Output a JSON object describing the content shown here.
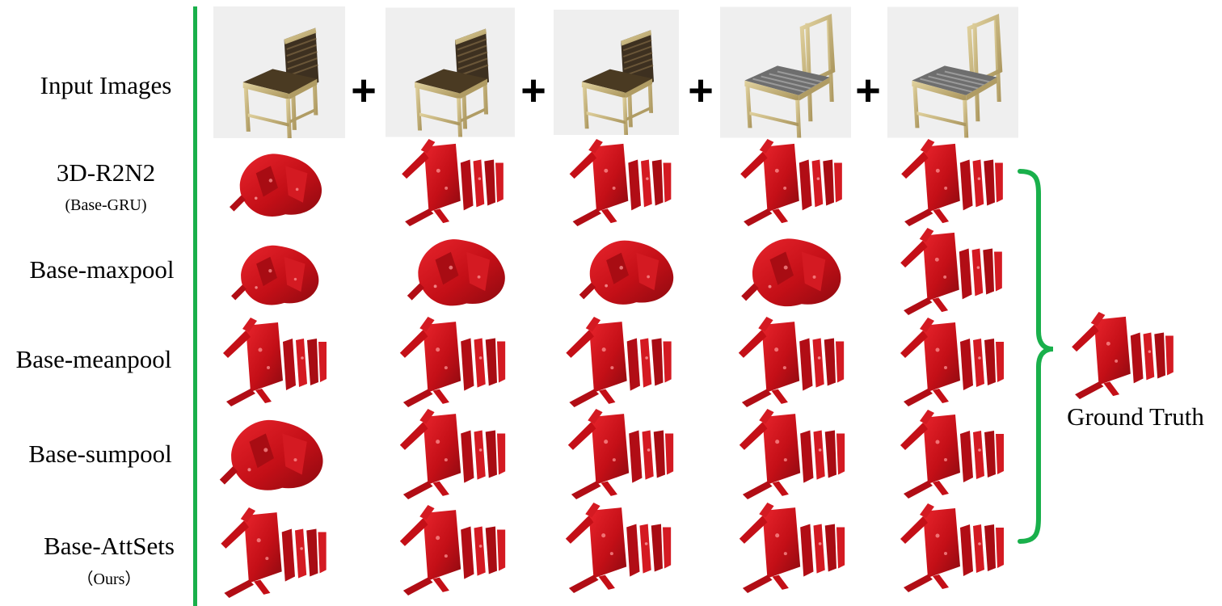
{
  "rows": [
    {
      "id": "input",
      "label": "Input Images",
      "sublabel": ""
    },
    {
      "id": "r2n2",
      "label": "3D-R2N2",
      "sublabel": "(Base-GRU)"
    },
    {
      "id": "maxpool",
      "label": "Base-maxpool",
      "sublabel": ""
    },
    {
      "id": "meanpool",
      "label": "Base-meanpool",
      "sublabel": ""
    },
    {
      "id": "sumpool",
      "label": "Base-sumpool",
      "sublabel": ""
    },
    {
      "id": "attsets",
      "label": "Base-AttSets",
      "sublabel": "（Ours）"
    }
  ],
  "plus_symbol": "+",
  "ground_truth_label": "Ground Truth",
  "colors": {
    "divider": "#19b04b",
    "brace": "#19b04b",
    "voxel": "#c8101a",
    "image_bg": "#efefef",
    "chair_wood": "#c6b27a",
    "chair_seat_dark": "#4a3a22",
    "chair_seat_grey": "#6e6e6e"
  },
  "icons": {
    "input_image": "chair-render",
    "reconstruction": "red-voxel-chair"
  }
}
